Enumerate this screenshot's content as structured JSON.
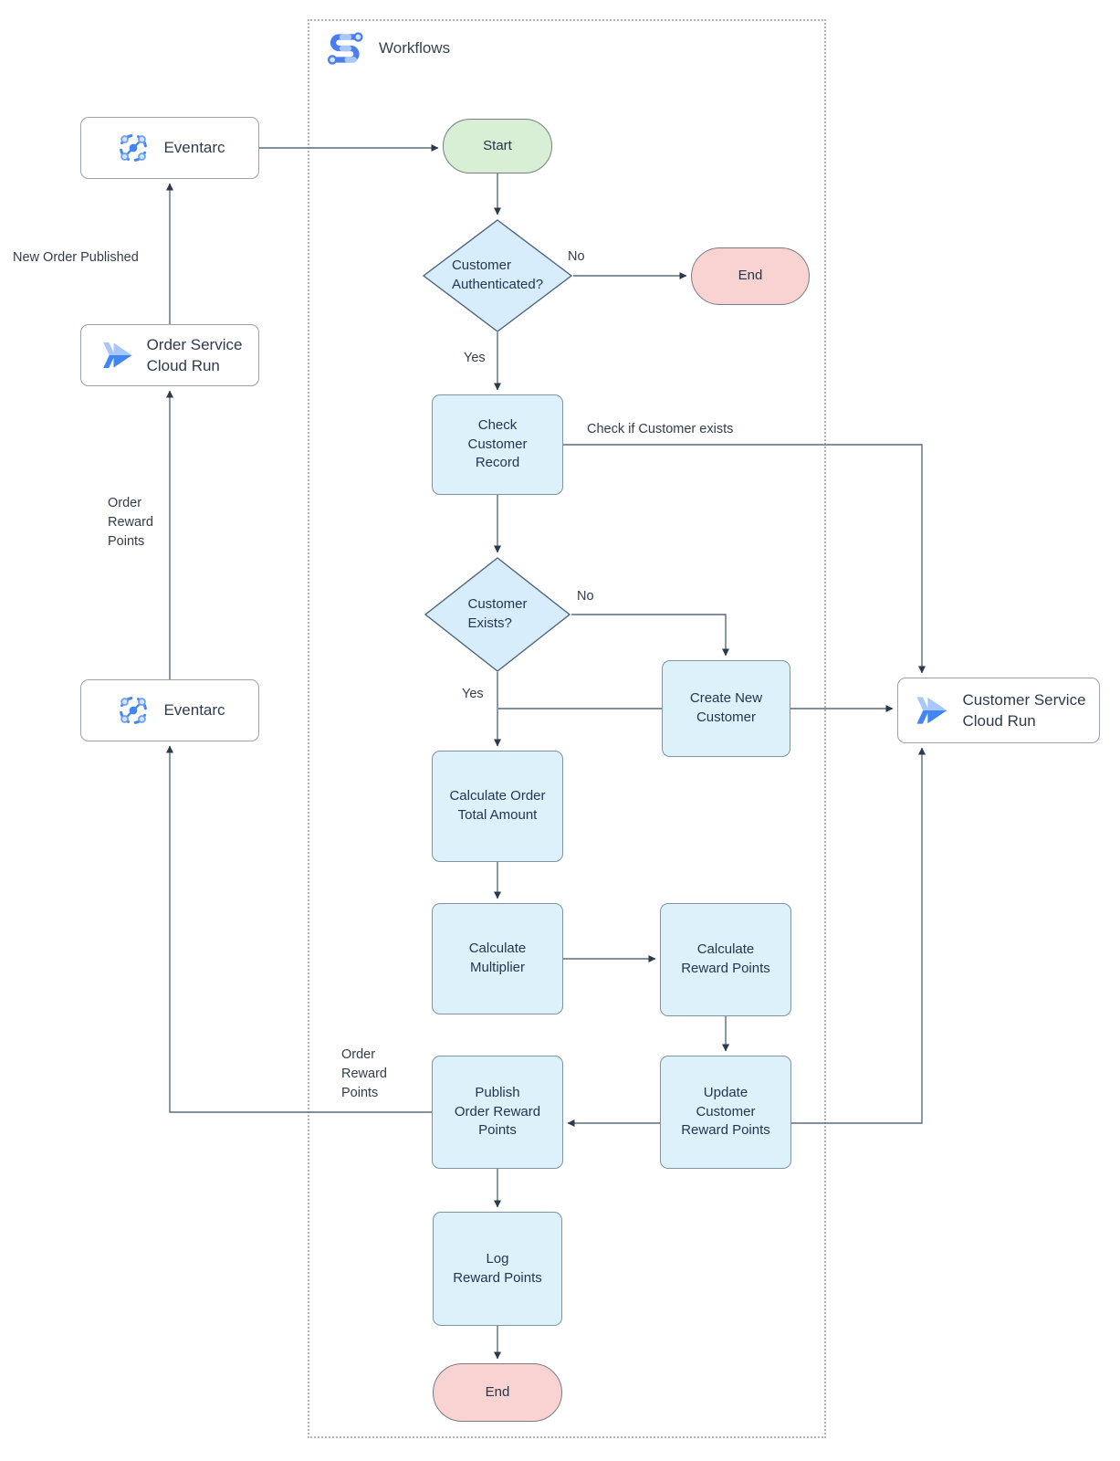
{
  "diagram": {
    "container": {
      "title": "Workflows"
    },
    "external_services": {
      "eventarc_top": "Eventarc",
      "order_service": "Order Service\nCloud Run",
      "eventarc_bottom": "Eventarc",
      "customer_service": "Customer Service\nCloud Run"
    },
    "nodes": {
      "start": "Start",
      "customer_authenticated": "Customer\nAuthenticated?",
      "end_top": "End",
      "check_customer_record": "Check\nCustomer\nRecord",
      "customer_exists": "Customer\nExists?",
      "create_new_customer": "Create New\nCustomer",
      "calculate_order_total": "Calculate Order\nTotal Amount",
      "calculate_multiplier": "Calculate\nMultiplier",
      "calculate_reward_points": "Calculate\nReward Points",
      "update_customer_reward_points": "Update\nCustomer\nReward Points",
      "publish_order_reward_points": "Publish\nOrder Reward\nPoints",
      "log_reward_points": "Log\nReward Points",
      "end_bottom": "End"
    },
    "edge_labels": {
      "auth_no": "No",
      "auth_yes": "Yes",
      "check_if_customer_exists": "Check if Customer exists",
      "exists_no": "No",
      "exists_yes": "Yes",
      "new_order_published": "New Order Published",
      "order_reward_points_left": "Order\nReward\nPoints",
      "order_reward_points_publish": "Order\nReward\nPoints"
    },
    "icons": {
      "workflows": "workflows-icon",
      "eventarc": "eventarc-icon",
      "cloud_run": "cloud-run-icon"
    },
    "colors": {
      "process_fill": "#ddf1fb",
      "process_border": "#7f93a4",
      "decision_fill": "#d8edfb",
      "start_fill": "#d9efd5",
      "end_fill": "#f8d3d1",
      "line": "#5a6b7c",
      "arrowhead": "#2c3a4d",
      "google_blue": "#4285f4",
      "google_blue_light": "#a8c7fa"
    }
  }
}
